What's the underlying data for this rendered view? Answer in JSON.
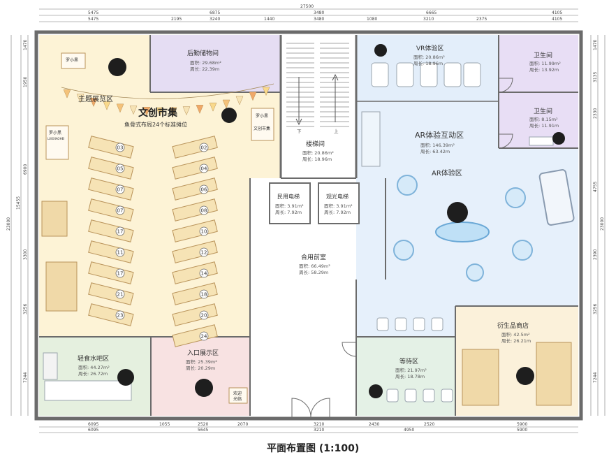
{
  "title": "平面布置图 (1:100)",
  "dims": {
    "top_total": "27500",
    "top_row1": [
      "5475",
      "6875",
      "3480",
      "6665",
      "4105"
    ],
    "top_row2": [
      "5475",
      "2195",
      "3240",
      "1440",
      "3480",
      "1080",
      "3210",
      "2375",
      "4105"
    ],
    "bottom_row1": [
      "6095",
      "1055",
      "2520",
      "2070",
      "3210",
      "2430",
      "2520",
      "5900"
    ],
    "bottom_row2": [
      "6095",
      "5645",
      "3210",
      "4950",
      "5900"
    ],
    "left_total": "23000",
    "left_mid": "15455",
    "left_segments": [
      "1470",
      "1950",
      "6900",
      "3300",
      "3256",
      "7244"
    ],
    "right_total": "23000",
    "right_segments": [
      "1470",
      "3135",
      "2330",
      "4755",
      "2390",
      "3256",
      "7244"
    ]
  },
  "rooms": {
    "storage": {
      "name": "后勤储物间",
      "area": "面积: 29.68m²",
      "perimeter": "周长: 22.39m"
    },
    "vr": {
      "name": "VR体验区",
      "area": "面积: 20.86m²",
      "perimeter": "周长: 18.96m"
    },
    "wc1": {
      "name": "卫生间",
      "area": "面积: 11.99m²",
      "perimeter": "周长: 13.92m"
    },
    "wc2": {
      "name": "卫生间",
      "area": "面积: 8.15m²",
      "perimeter": "周长: 11.91m"
    },
    "stairs": {
      "name": "楼梯间",
      "area": "面积: 20.86m²",
      "perimeter": "周长: 18.96m",
      "down": "下",
      "up": "上"
    },
    "elev1": {
      "name": "民用电梯",
      "area": "面积: 3.91m²",
      "perimeter": "周长: 7.92m"
    },
    "elev2": {
      "name": "观光电梯",
      "area": "面积: 3.91m²",
      "perimeter": "周长: 7.92m"
    },
    "lobby": {
      "name": "合用前室",
      "area": "面积: 66.49m²",
      "perimeter": "周长: 58.29m"
    },
    "ar_main": {
      "name": "AR体验互动区",
      "area": "面积: 146.39m²",
      "perimeter": "周长: 63.42m"
    },
    "ar_sub": {
      "name": "AR体验区"
    },
    "theme": {
      "name": "主题展览区"
    },
    "market": {
      "name": "文创市集",
      "subtitle": "鱼骨式布局24个标准摊位"
    },
    "snack": {
      "name": "轻食水吧区",
      "area": "面积: 44.27m²",
      "perimeter": "周长: 26.72m"
    },
    "entrance": {
      "name": "入口展示区",
      "area": "面积: 25.39m²",
      "perimeter": "周长: 20.29m"
    },
    "waiting": {
      "name": "等待区",
      "area": "面积: 21.97m²",
      "perimeter": "周长: 18.78m"
    },
    "shop": {
      "name": "衍生品商店",
      "area": "面积: 42.5m²",
      "perimeter": "周长: 26.21m"
    }
  },
  "booths_left": [
    "03",
    "05",
    "07",
    "07",
    "17",
    "11",
    "17",
    "21",
    "23"
  ],
  "booths_right": [
    "02",
    "04",
    "06",
    "08",
    "10",
    "12",
    "14",
    "18",
    "20",
    "24"
  ],
  "signs": {
    "poster1_a": "罗小黑",
    "poster1_b": "LUOXIAOHEI",
    "poster2_a": "罗小黑",
    "poster2_b": "文创市集",
    "poster3": "罗小黑",
    "welcome_a": "欢迎",
    "welcome_b": "光临"
  },
  "colors": {
    "wall": "#6b6b6b",
    "theme_floor": "#fdf3d6",
    "storage_floor": "#e5ddf3",
    "wc_floor": "#e8def5",
    "vr_floor": "#e3eefa",
    "ar_floor": "#e6f0fb",
    "snack_floor": "#e5f0df",
    "entrance_floor": "#f8e2e2",
    "waiting_floor": "#e4f1e6",
    "shop_floor": "#fbf1da",
    "lobby_floor": "#ffffff",
    "elev_floor": "#ffffff",
    "stair_floor": "#ffffff",
    "booth_fill": "#f6e3b5",
    "booth_stroke": "#b9935a"
  }
}
